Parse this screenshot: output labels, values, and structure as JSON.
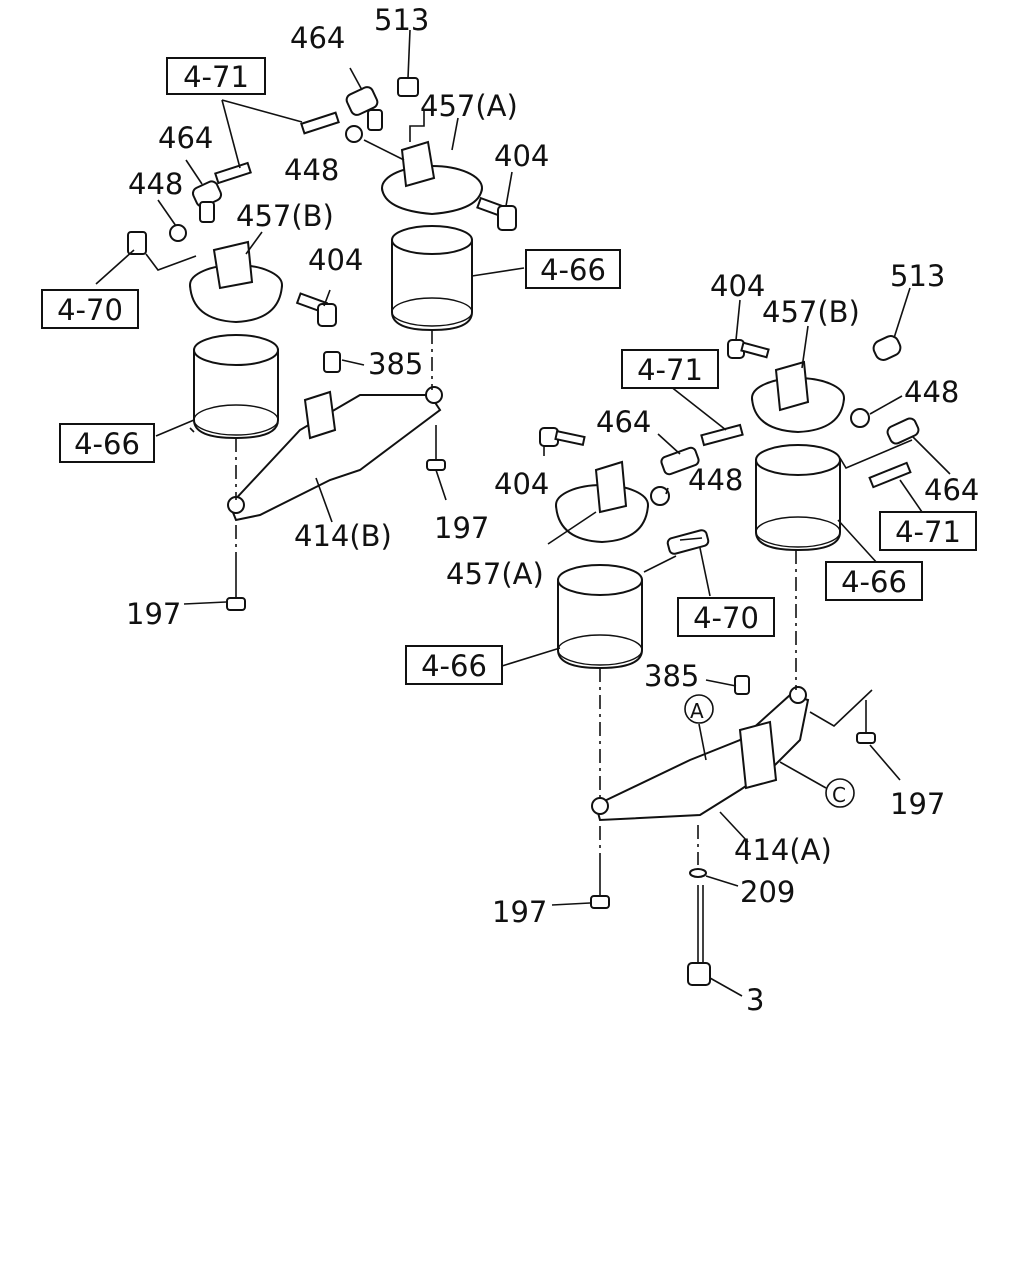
{
  "labels": {
    "l513a": "513",
    "l464a": "464",
    "l471a": "4-71",
    "l457A_a": "457(A)",
    "l404a": "404",
    "l448a": "448",
    "l464b": "464",
    "l448b": "448",
    "l457B_a": "457(B)",
    "l404b": "404",
    "l470a": "4-70",
    "l466a": "4-66",
    "l385a": "385",
    "l466b": "4-66",
    "l414B": "414(B)",
    "l197a": "197",
    "l197b": "197",
    "l404c": "404",
    "l457B_b": "457(B)",
    "l513b": "513",
    "l471b": "4-71",
    "l448c": "448",
    "l464c": "464",
    "l404d": "404",
    "l448d": "448",
    "l464d": "464",
    "l457A_b": "457(A)",
    "l471c": "4-71",
    "l470b": "4-70",
    "l466c": "4-66",
    "l466d": "4-66",
    "l385b": "385",
    "lA": "A",
    "lC": "C",
    "l197c": "197",
    "l414A": "414(A)",
    "l209": "209",
    "l197d": "197",
    "l3": "3"
  }
}
